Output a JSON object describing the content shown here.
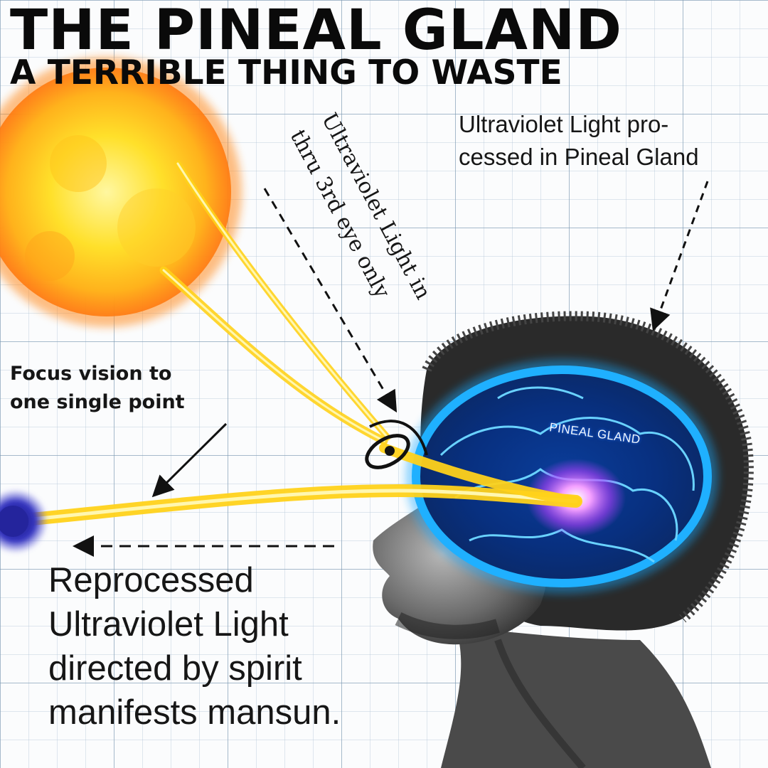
{
  "title": "THE PINEAL GLAND",
  "subtitle": "A TERRIBLE THING TO WASTE",
  "annotations": {
    "uv_processed": "Ultraviolet Light pro-\ncessed in Pineal Gland",
    "third_eye": "Ultraviolet Light in\nthru 3rd eye only",
    "focus": "Focus vision to\none single point",
    "reprocessed": "Reprocessed\nUltraviolet Light\ndirected by spirit\nmanifests mansun.",
    "brain_label": "PINEAL GLAND"
  },
  "colors": {
    "sun_core": "#fff35a",
    "sun_edge": "#ff8a1c",
    "light_beam": "#ffd21a",
    "brain_glow": "#19a8ff",
    "pineal_glow": "#c85cff",
    "focus_point": "#2a2aa8",
    "hair": "#2a2a2a"
  },
  "icons": {
    "sun": "sun-illustration",
    "head": "human-head-profile",
    "brain": "glowing-brain",
    "eye": "third-eye-symbol"
  }
}
